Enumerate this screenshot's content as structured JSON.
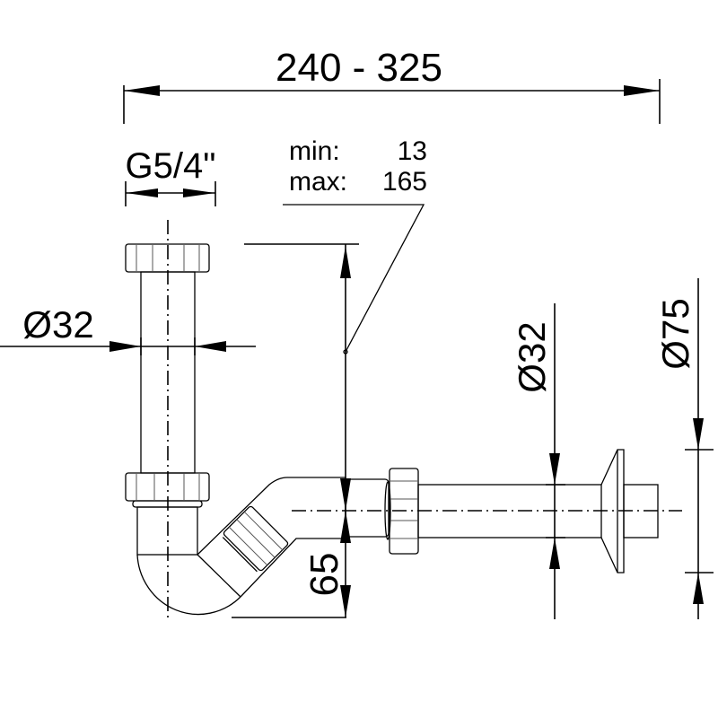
{
  "dimensions": {
    "overall_length": "240 - 325",
    "thread": "G5/4\"",
    "inlet_diameter": "Ø32",
    "adjust_min_label": "min:",
    "adjust_min_value": "13",
    "adjust_max_label": "max:",
    "adjust_max_value": "165",
    "outlet_height": "65",
    "outlet_diameter": "Ø32",
    "rosette_diameter": "Ø75"
  }
}
